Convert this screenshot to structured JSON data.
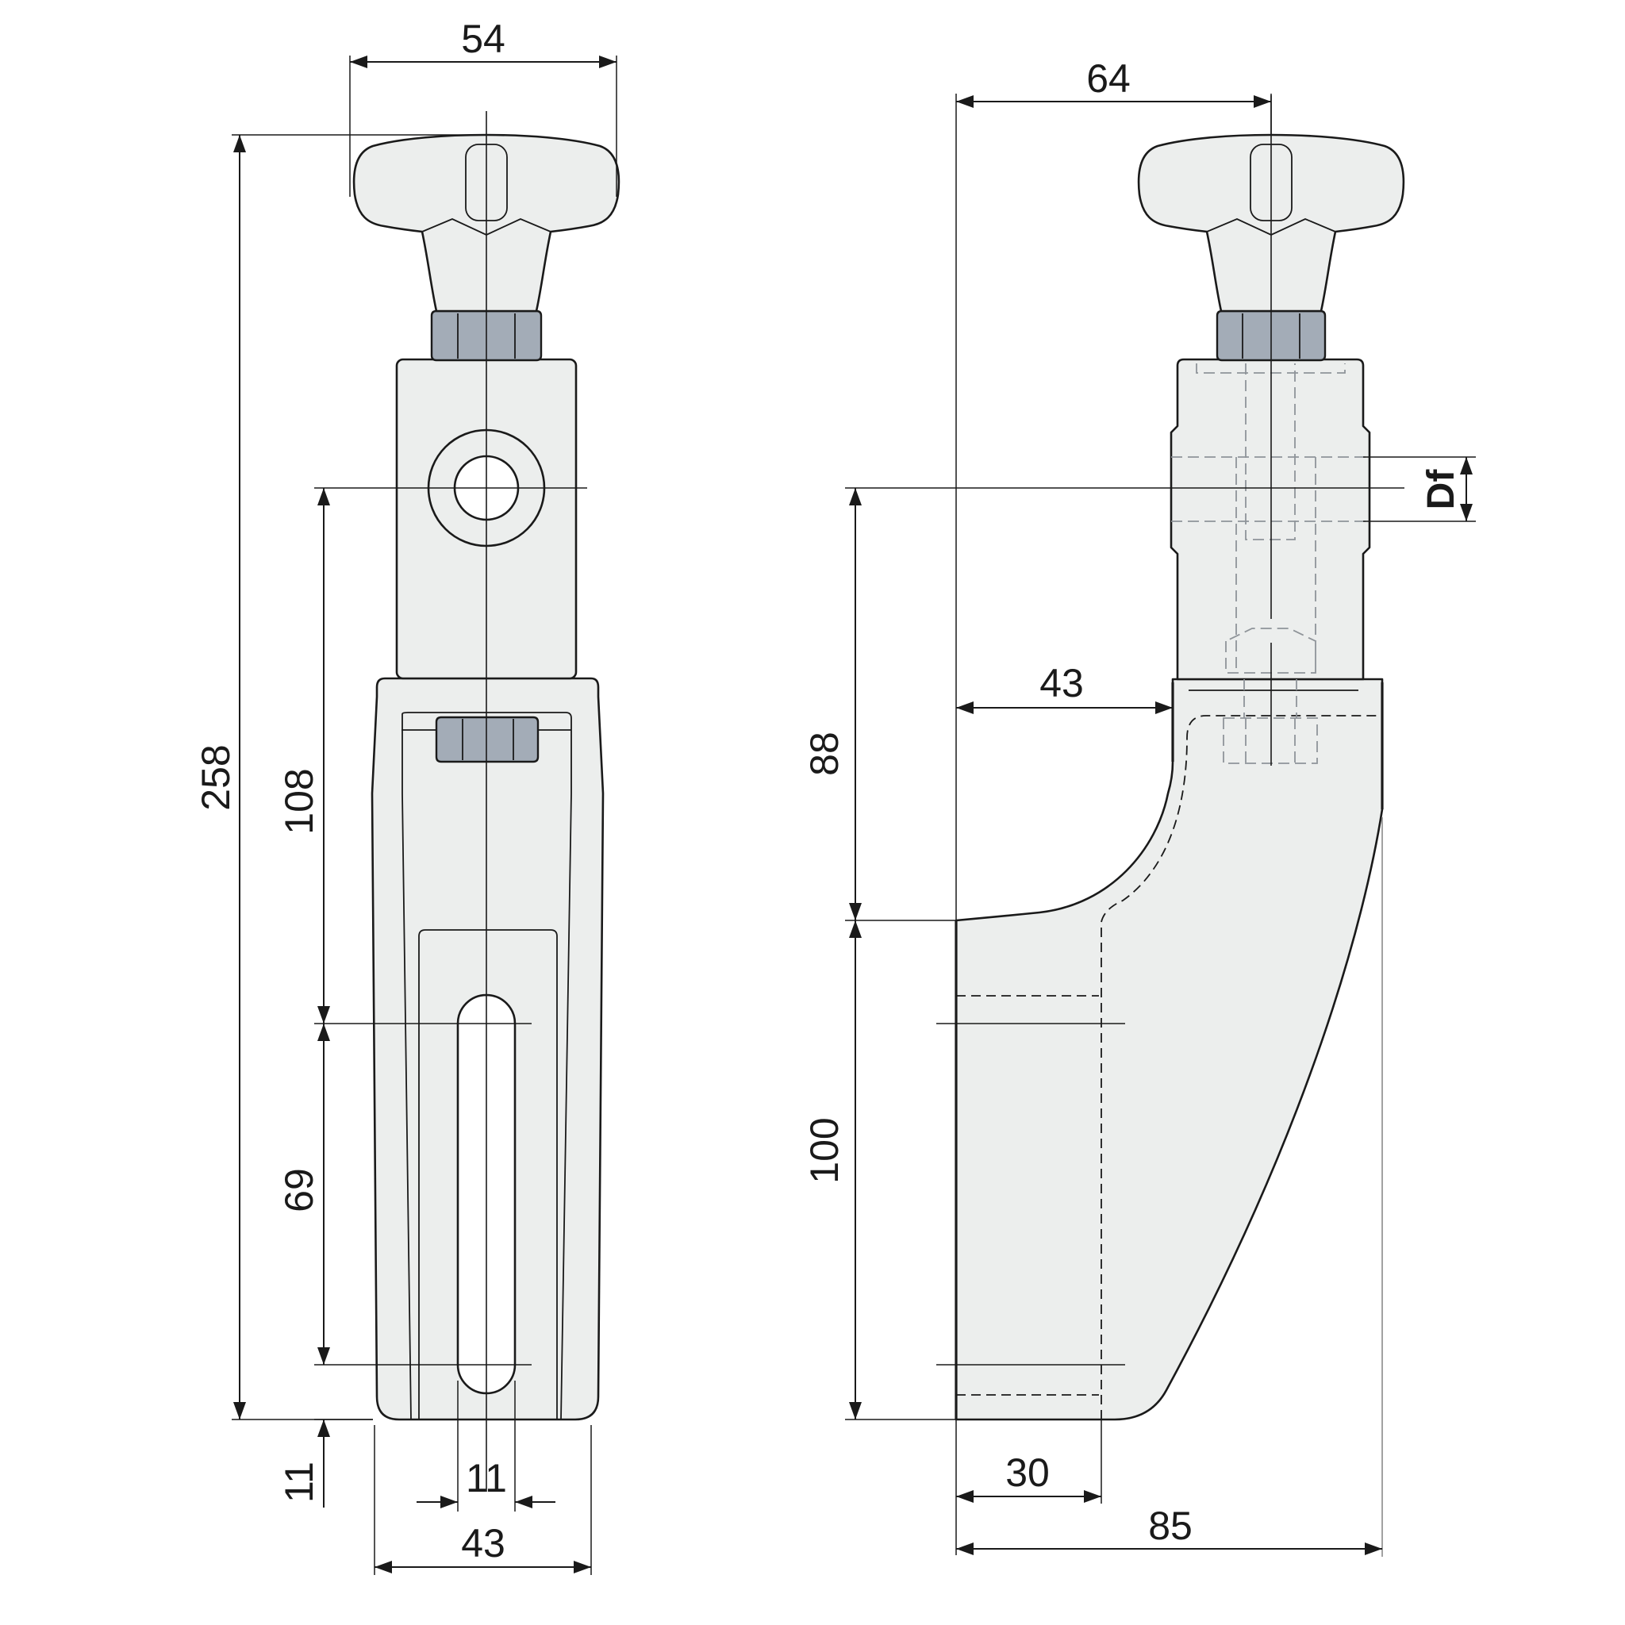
{
  "dimensions": {
    "front_knob_width": "54",
    "overall_height": "258",
    "front_hole_to_slot": "108",
    "slot_length": "69",
    "bottom_offset": "11",
    "slot_width": "11",
    "front_base_width": "43",
    "side_knob_center": "64",
    "side_hole_to_jaw": "88",
    "side_neck_width": "43",
    "side_jaw_height": "100",
    "side_jaw_width": "30",
    "side_overall_width": "85",
    "bore_diameter": "Df"
  },
  "colors": {
    "body_fill": "#eceeed",
    "nut_fill": "#a3acb7",
    "line": "#1a1a1a"
  }
}
